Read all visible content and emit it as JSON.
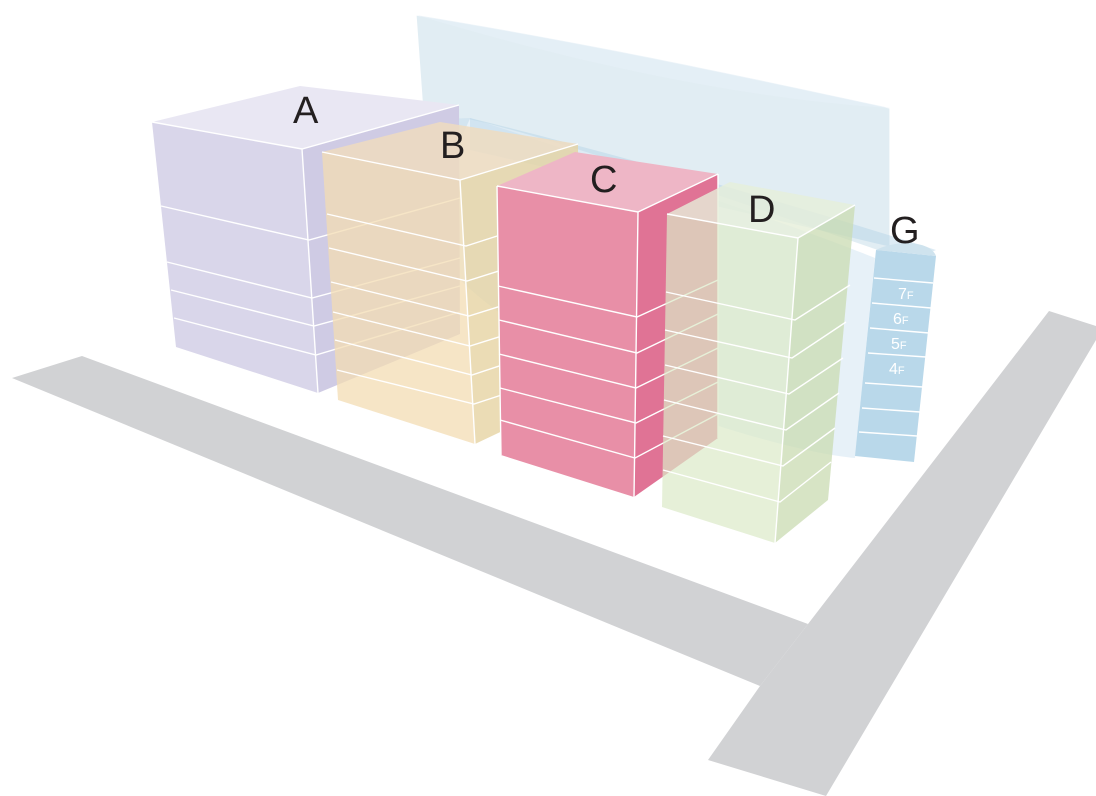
{
  "buildings": [
    {
      "id": "A",
      "label": "A",
      "color": "#d9d6ea"
    },
    {
      "id": "B",
      "label": "B",
      "color": "#f3dcb3"
    },
    {
      "id": "C",
      "label": "C",
      "color": "#e68aa3"
    },
    {
      "id": "D",
      "label": "D",
      "color": "#dbe9c8"
    },
    {
      "id": "G",
      "label": "G",
      "color": "#b9d8ea"
    }
  ],
  "floor_labels": [
    {
      "id": "7F",
      "num": "7",
      "suffix": "F"
    },
    {
      "id": "6F",
      "num": "6",
      "suffix": "F"
    },
    {
      "id": "5F",
      "num": "5",
      "suffix": "F"
    },
    {
      "id": "4F",
      "num": "4",
      "suffix": "F"
    }
  ],
  "colors": {
    "road": "#d1d2d4",
    "tower_g_glass": "#c9dfe9",
    "label_text": "#231f20"
  }
}
